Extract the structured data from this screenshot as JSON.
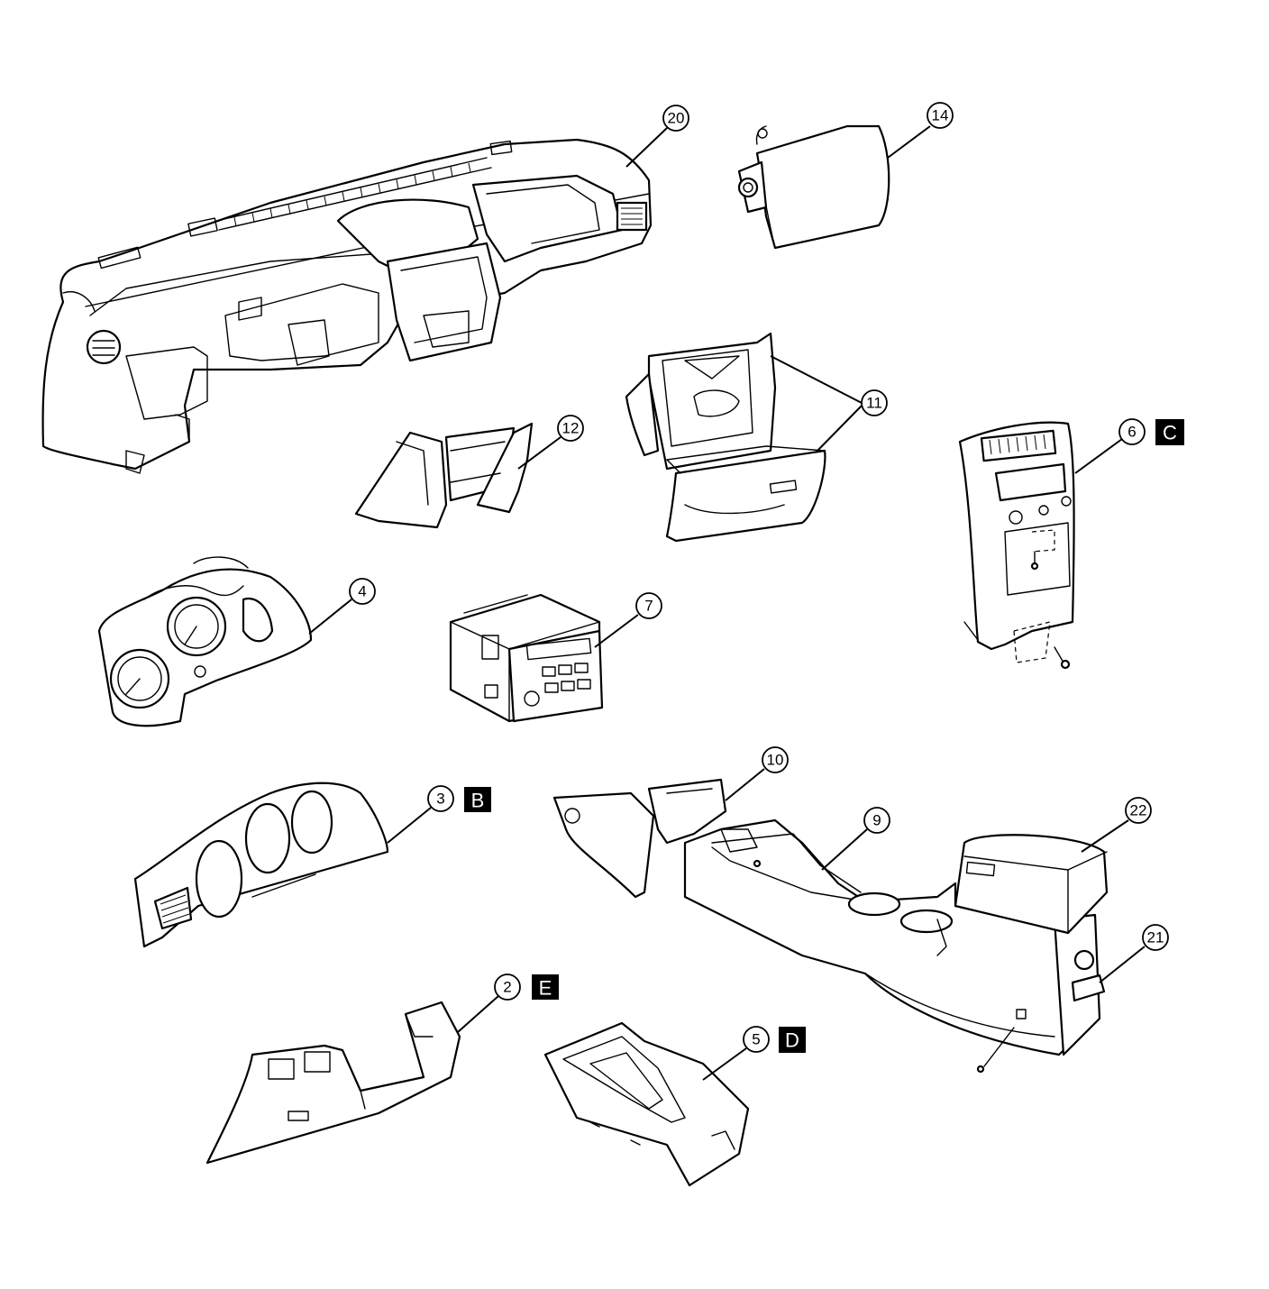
{
  "callouts": [
    {
      "id": "c20",
      "label": "20"
    },
    {
      "id": "c14",
      "label": "14"
    },
    {
      "id": "c11",
      "label": "11"
    },
    {
      "id": "c12",
      "label": "12"
    },
    {
      "id": "c6",
      "label": "6"
    },
    {
      "id": "c4",
      "label": "4"
    },
    {
      "id": "c7",
      "label": "7"
    },
    {
      "id": "c10",
      "label": "10"
    },
    {
      "id": "c9",
      "label": "9"
    },
    {
      "id": "c22",
      "label": "22"
    },
    {
      "id": "c3",
      "label": "3"
    },
    {
      "id": "c21",
      "label": "21"
    },
    {
      "id": "c2",
      "label": "2"
    },
    {
      "id": "c5",
      "label": "5"
    }
  ],
  "reference_boxes": {
    "C": "C",
    "B": "B",
    "E": "E",
    "D": "D"
  },
  "colors": {
    "line": "#000000",
    "background": "#ffffff",
    "reference_box": "#000000"
  }
}
